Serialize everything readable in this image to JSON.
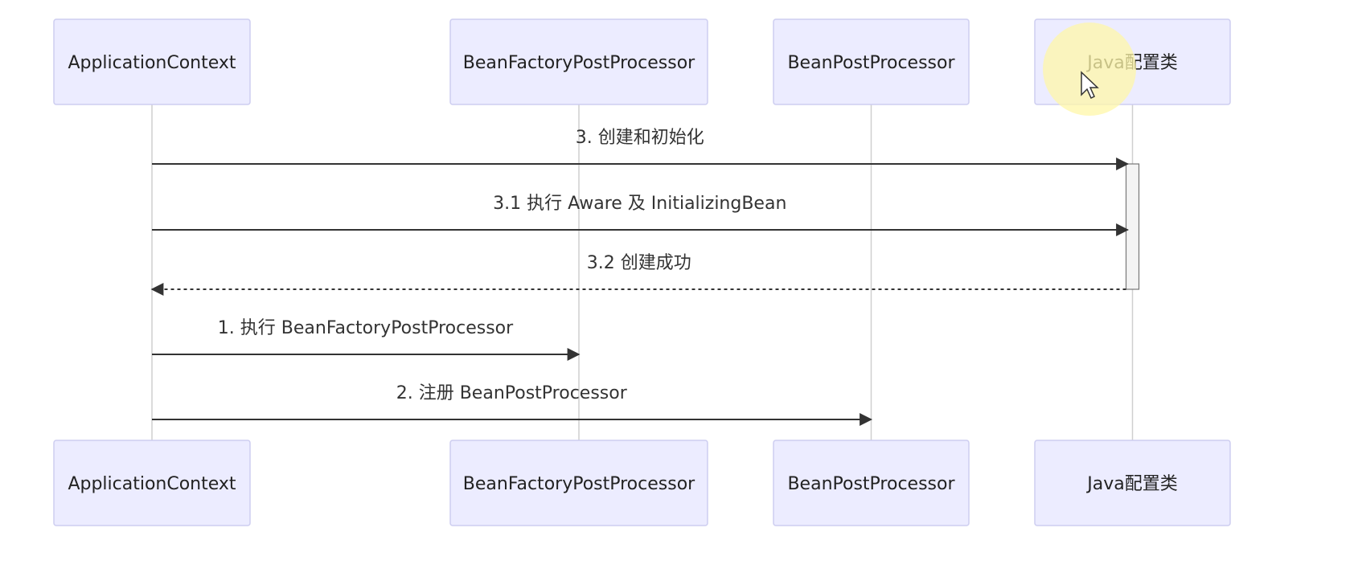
{
  "participants": [
    {
      "id": "ctx",
      "label": "ApplicationContext"
    },
    {
      "id": "bfpp",
      "label": "BeanFactoryPostProcessor"
    },
    {
      "id": "bpp",
      "label": "BeanPostProcessor"
    },
    {
      "id": "cfg",
      "label": "Java配置类"
    }
  ],
  "messages": [
    {
      "from": "ctx",
      "to": "cfg",
      "label": "3. 创建和初始化",
      "style": "solid"
    },
    {
      "from": "ctx",
      "to": "cfg",
      "label": "3.1 执行 Aware 及 InitializingBean",
      "style": "solid"
    },
    {
      "from": "cfg",
      "to": "ctx",
      "label": "3.2 创建成功",
      "style": "dotted"
    },
    {
      "from": "ctx",
      "to": "bfpp",
      "label": "1. 执行 BeanFactoryPostProcessor",
      "style": "solid"
    },
    {
      "from": "ctx",
      "to": "bpp",
      "label": "2. 注册 BeanPostProcessor",
      "style": "solid"
    }
  ],
  "activations": [
    {
      "participant": "cfg",
      "from_message": 0,
      "to_message": 2
    }
  ],
  "colors": {
    "actor_fill": "#ececff",
    "actor_border": "#cdcdf0",
    "line": "#333333",
    "lifeline": "#cfcfcf",
    "cursor_highlight": "#fff7a8"
  },
  "icons": {
    "cursor": "mouse-pointer-icon"
  }
}
